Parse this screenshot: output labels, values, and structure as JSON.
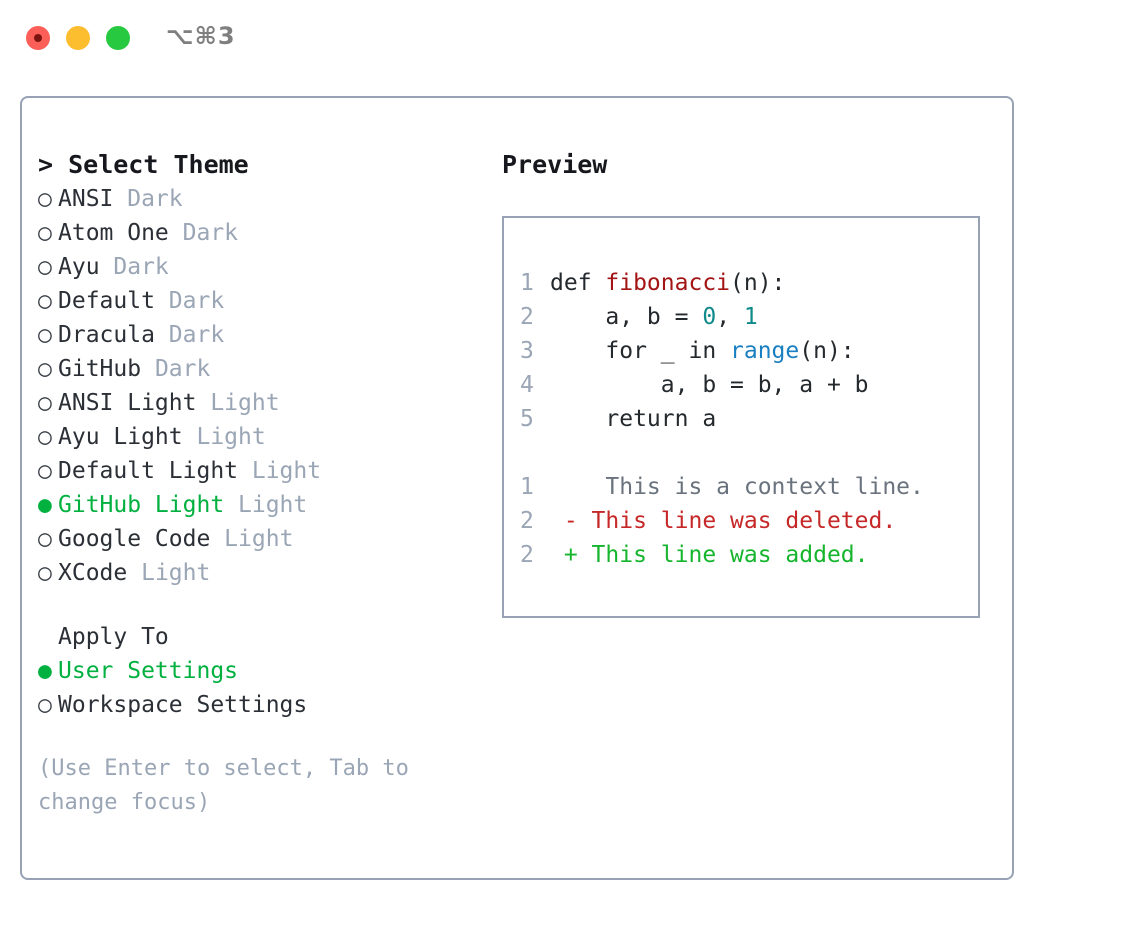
{
  "window": {
    "shortcut": "⌥⌘3",
    "traffic_lights": [
      "close-red",
      "minimize-yellow",
      "zoom-green"
    ],
    "accent_green": "#00b140",
    "border_color": "#97a2b5"
  },
  "theme_picker": {
    "heading": "> Select Theme",
    "bullet_empty": "○",
    "bullet_filled": "●",
    "items": [
      {
        "label": "ANSI",
        "tag": "Dark",
        "selected": false
      },
      {
        "label": "Atom One",
        "tag": "Dark",
        "selected": false
      },
      {
        "label": "Ayu",
        "tag": "Dark",
        "selected": false
      },
      {
        "label": "Default",
        "tag": "Dark",
        "selected": false
      },
      {
        "label": "Dracula",
        "tag": "Dark",
        "selected": false
      },
      {
        "label": "GitHub",
        "tag": "Dark",
        "selected": false
      },
      {
        "label": "ANSI Light",
        "tag": "Light",
        "selected": false
      },
      {
        "label": "Ayu Light",
        "tag": "Light",
        "selected": false
      },
      {
        "label": "Default Light",
        "tag": "Light",
        "selected": false
      },
      {
        "label": "GitHub Light",
        "tag": "Light",
        "selected": true
      },
      {
        "label": "Google Code",
        "tag": "Light",
        "selected": false
      },
      {
        "label": "XCode",
        "tag": "Light",
        "selected": false
      }
    ]
  },
  "apply_to": {
    "heading": "Apply To",
    "items": [
      {
        "label": "User Settings",
        "selected": true
      },
      {
        "label": "Workspace Settings",
        "selected": false
      }
    ]
  },
  "hint": "(Use Enter to select, Tab to change focus)",
  "preview": {
    "title": "Preview",
    "code_lines": [
      {
        "no": "1",
        "text": "def fibonacci(n):"
      },
      {
        "no": "2",
        "text": "    a, b = 0, 1"
      },
      {
        "no": "3",
        "text": "    for _ in range(n):"
      },
      {
        "no": "4",
        "text": "        a, b = b, a + b"
      },
      {
        "no": "5",
        "text": "    return a"
      }
    ],
    "diff_lines": [
      {
        "no": "1",
        "marker": " ",
        "text": "  This is a context line.",
        "kind": "context"
      },
      {
        "no": "2",
        "marker": "-",
        "text": " This line was deleted.",
        "kind": "deleted"
      },
      {
        "no": "2",
        "marker": "+",
        "text": " This line was added.",
        "kind": "added"
      }
    ],
    "syntax_colors": {
      "function_name": "#a31515",
      "number": "#0f8a8a",
      "builtin_call": "#1a7fc1",
      "line_number": "#9aa5b5",
      "diff_context": "#6a737d",
      "diff_deleted": "#c62828",
      "diff_added": "#16b52e"
    }
  }
}
